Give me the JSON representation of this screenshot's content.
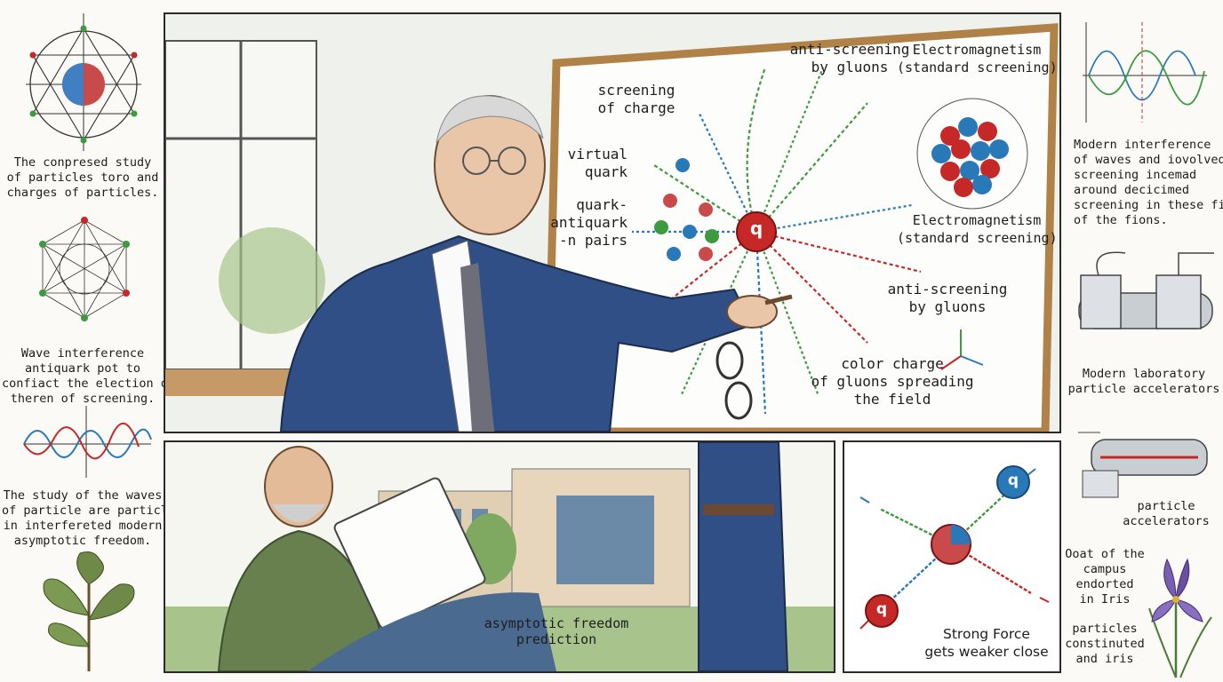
{
  "colors": {
    "quark_red": "#c62828",
    "quark_blue": "#2979b9",
    "gluon_green": "#3d9a3d",
    "suit_blue": "#2f4f86",
    "shirt_green": "#67804d",
    "frame_wood": "#b08248"
  },
  "left_column": {
    "caption_1": [
      "The conpresed study",
      "of particles toro and",
      "charges of particles."
    ],
    "caption_2": [
      "Wave interference",
      "antiquark pot to",
      "confiact the election of",
      "theren of screening."
    ],
    "caption_3": [
      "The  study of the waves",
      "of particle are particle",
      "in interfereted modern",
      "asymptotic freedom."
    ]
  },
  "whiteboard": {
    "quark_symbol": "q",
    "anti_screening_top": [
      "anti-screening",
      "by gluons"
    ],
    "screening_of_charge": [
      "screening",
      "of charge"
    ],
    "virtual_quark": [
      "virtual",
      "quark"
    ],
    "quark_pairs": [
      "quark-",
      "antiquark",
      "-n pairs"
    ],
    "em_title_top": [
      "Electromagnetism",
      "(standard screening)"
    ],
    "em_title_bottom": [
      "Electromagnetism",
      "(standard screening)"
    ],
    "anti_screening_right": [
      "anti-screening",
      "by gluons"
    ],
    "color_charge": [
      "color charge",
      "of gluons spreading",
      "the field"
    ]
  },
  "bottom_panel": {
    "bubble": [
      "asymptotic freedom",
      "prediction"
    ]
  },
  "inset_panel": {
    "quark_symbol": "q",
    "caption": [
      "Strong Force",
      "gets weaker close"
    ]
  },
  "right_column": {
    "caption_1": [
      "Modern interference",
      "of waves and iovolved",
      "screening incemad",
      "around decicimed",
      "screening in these field",
      "of the fions."
    ],
    "caption_2": [
      "Modern laboratory",
      "particle accelerators"
    ],
    "caption_3": [
      "particle",
      "accelerators"
    ],
    "caption_4": [
      "Ooat of the",
      "campus",
      "endorted",
      "in Iris"
    ],
    "caption_5": [
      "particles",
      "constinuted",
      "and iris"
    ]
  }
}
